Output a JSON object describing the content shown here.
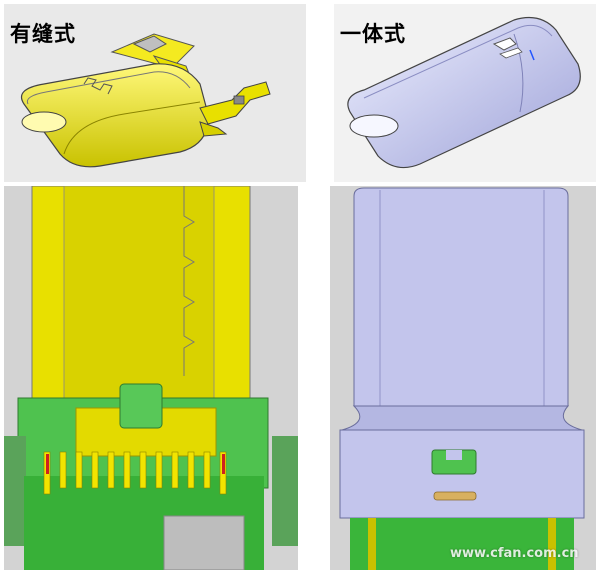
{
  "labels": {
    "left_title": "有缝式",
    "right_title": "一体式"
  },
  "watermark": "www.cfan.com.cn",
  "colors": {
    "yellow": "#e8e000",
    "green": "#4fc24f",
    "lavender": "#c3c5ec",
    "background_gray": "#d6d6d6"
  }
}
